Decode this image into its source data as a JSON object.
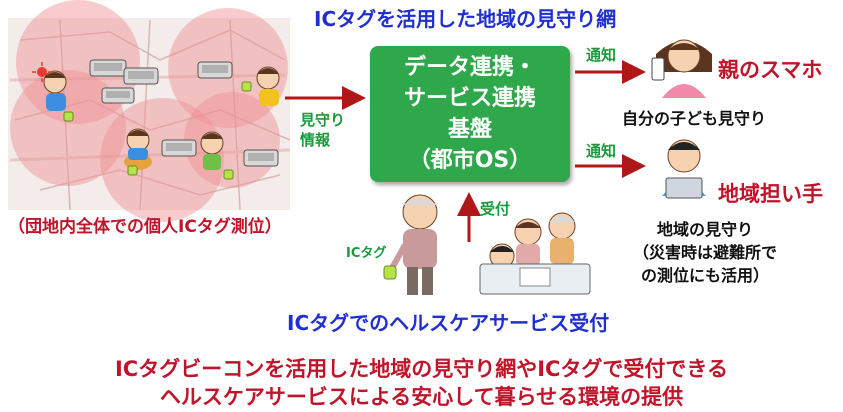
{
  "title": "ICタグを活用した地域の見守り網",
  "platform_box": {
    "lines": [
      "データ連携・",
      "サービス連携",
      "基盤",
      "（都市OS）"
    ]
  },
  "map": {
    "caption": "（団地内全体での個人ICタグ測位）",
    "arrow_label": [
      "見守り",
      "情報"
    ]
  },
  "notifications": [
    {
      "label": "通知",
      "target": "親のスマホ",
      "description": [
        "自分の子ども見守り"
      ]
    },
    {
      "label": "通知",
      "target": "地域担い手",
      "description": [
        "地域の見守り",
        "（災害時は避難所で",
        "の測位にも活用）"
      ]
    }
  ],
  "reception": {
    "arrow_label": "受付",
    "tag_label": "ICタグ",
    "caption": "ICタグでのヘルスケアサービス受付"
  },
  "summary": [
    "ICタグビーコンを活用した地域の見守り網やICタグで受付できる",
    "ヘルスケアサービスによる安心して暮らせる環境の提供"
  ],
  "colors": {
    "blue_text": "#1f2fd0",
    "green_box": "#2fa84c",
    "green_text": "#1a9a3c",
    "red_text": "#c0142a",
    "arrow": "#b01818",
    "range_circle": "#f08f92"
  }
}
